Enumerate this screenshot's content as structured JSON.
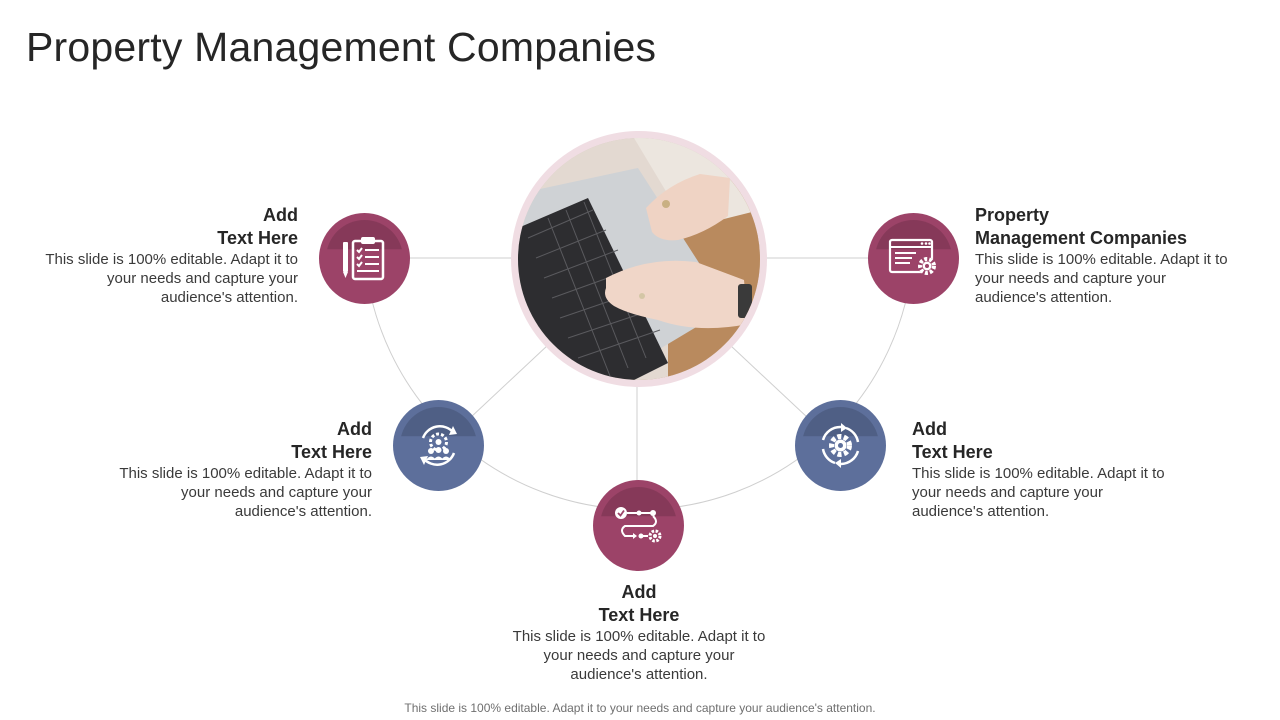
{
  "slide": {
    "title": "Property Management Companies",
    "footer": "This slide is 100% editable. Adapt it to your needs and capture your audience's attention."
  },
  "colors": {
    "plum": "#9c4368",
    "slate": "#5d6f9b",
    "ring": "#f0dde3",
    "connector": "#cfcfcf"
  },
  "items": [
    {
      "heading_line1": "Add",
      "heading_line2": "Text Here",
      "body": "This slide is 100% editable. Adapt it to your needs and capture your audience's attention.",
      "icon": "clipboard-checklist-icon",
      "color": "plum"
    },
    {
      "heading_line1": "Add",
      "heading_line2": "Text Here",
      "body": "This slide is 100% editable. Adapt it to your needs and capture your audience's attention.",
      "icon": "team-gear-cycle-icon",
      "color": "slate"
    },
    {
      "heading_line1": "Add",
      "heading_line2": "Text Here",
      "body": "This slide is 100% editable. Adapt it to your needs and capture your audience's attention.",
      "icon": "process-flow-icon",
      "color": "plum"
    },
    {
      "heading_line1": "Add",
      "heading_line2": "Text Here",
      "body": "This slide is 100% editable. Adapt it to your needs and capture your audience's attention.",
      "icon": "gear-cycle-icon",
      "color": "slate"
    },
    {
      "heading_line1": "Property",
      "heading_line2": "Management Companies",
      "body": "This slide is 100% editable. Adapt it to your needs and capture your audience's attention.",
      "icon": "browser-settings-icon",
      "color": "plum"
    }
  ]
}
